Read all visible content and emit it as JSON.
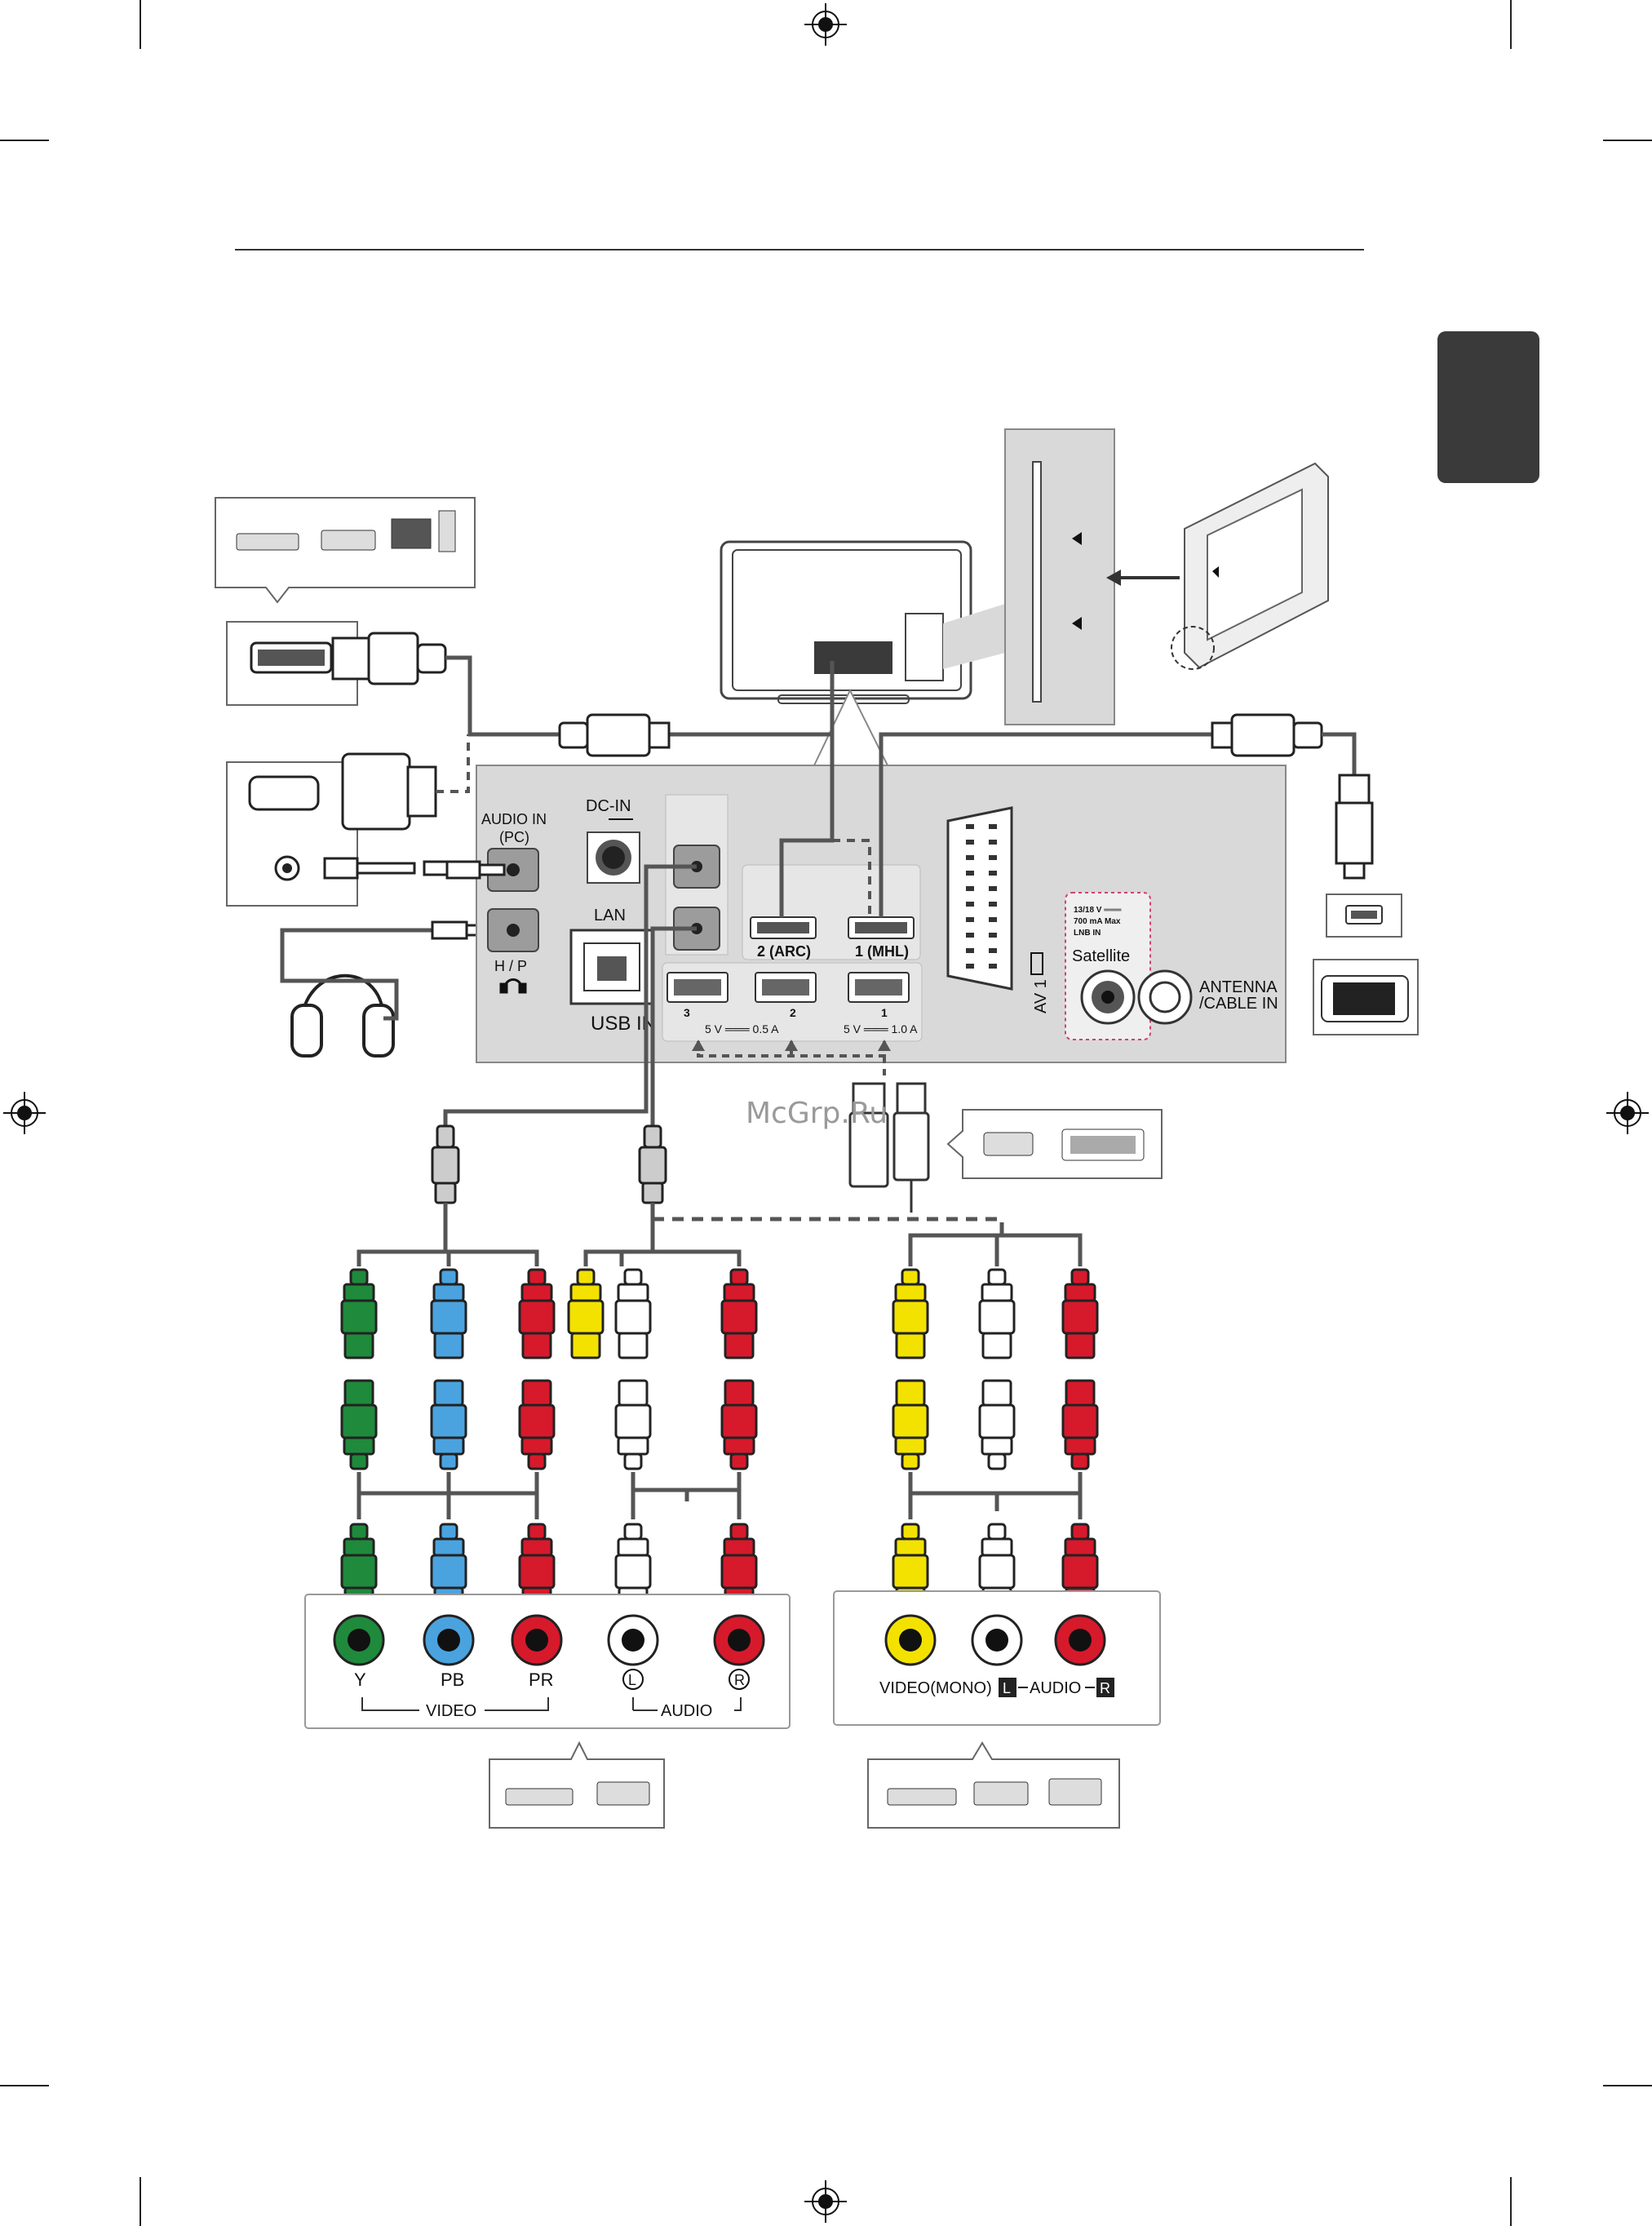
{
  "watermark": "McGrp.Ru",
  "ports": {
    "audio_in_pc_line1": "AUDIO IN",
    "audio_in_pc_line2": "(PC)",
    "dc_in": "DC-IN",
    "lan": "LAN",
    "usb_in": "USB IN",
    "hp_line1": "H / P",
    "hdmi_2": "2 (ARC)",
    "hdmi_1": "1 (MHL)",
    "usb_3": "3",
    "usb_2": "2",
    "usb_1": "1",
    "usb_rating_left": "5 V ═══ 0.5 A",
    "usb_rating_right": "5 V ═══ 1.0 A",
    "av1": "AV 1",
    "satellite_rating_1": "13/18 V ═══",
    "satellite_rating_2": "700 mA Max",
    "satellite_rating_3": "LNB IN",
    "satellite": "Satellite",
    "antenna_line1": "ANTENNA",
    "antenna_line2": "/CABLE IN"
  },
  "component_labels": {
    "y": "Y",
    "pb": "PB",
    "pr": "PR",
    "l": "L",
    "r": "R",
    "video": "VIDEO",
    "audio": "AUDIO"
  },
  "composite_labels": {
    "video_mono": "VIDEO(MONO)",
    "l": "L",
    "audio": "AUDIO",
    "r": "R"
  },
  "colors": {
    "green": "#1f8a3b",
    "blue": "#4aa3df",
    "red": "#d7192c",
    "yellow": "#f3e200",
    "white": "#ffffff",
    "gray_panel": "#d9d9d9",
    "tab": "#3a3a3a",
    "dashed_satellite": "#d0426e"
  }
}
